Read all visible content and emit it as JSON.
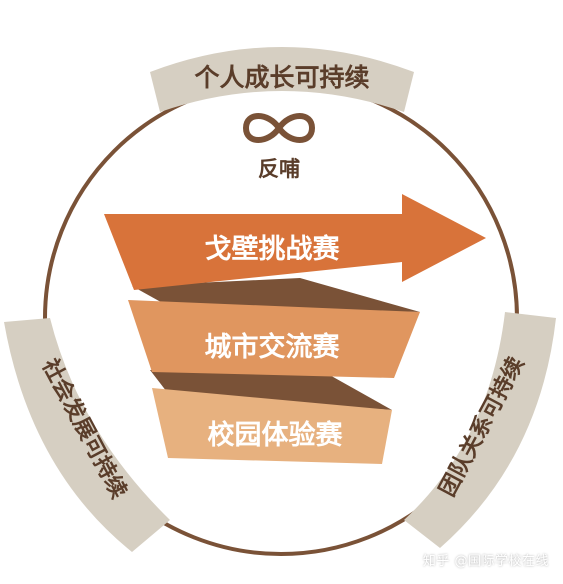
{
  "ring": {
    "color": "#7a5237",
    "label_bg": "#d6cfc2",
    "label_color": "#5a3d2a",
    "top_label": "个人成长可持续",
    "left_label": "社会发展可持续",
    "right_label": "团队关系可持续"
  },
  "center": {
    "infinity_icon": "infinity-icon",
    "feedback_label": "反哺"
  },
  "ribbon": {
    "colors": {
      "top": "#d8733a",
      "middle": "#e0965f",
      "bottom": "#e7b17f",
      "fold": "#7a5237"
    },
    "levels": [
      "戈壁挑战赛",
      "城市交流赛",
      "校园体验赛"
    ]
  },
  "watermark": "知乎 @国际学校在线"
}
